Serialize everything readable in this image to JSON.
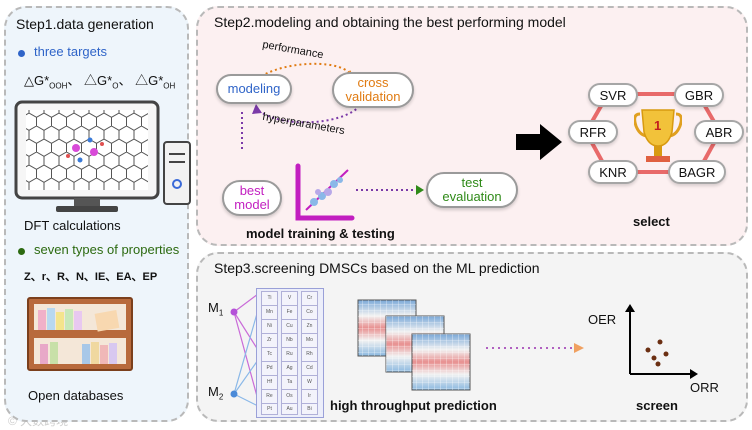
{
  "step1": {
    "title": "Step1.data generation",
    "targets_label": "three targets",
    "targets_formula": {
      "g1_base": "△G*",
      "g1_sub": "OOH",
      "g2_base": "△G*",
      "g2_sub": "O",
      "g3_base": "△G*",
      "g3_sub": "OH",
      "sep": "、"
    },
    "dft_label": "DFT calculations",
    "properties_label": "seven types of properties",
    "properties_list": "Z、r、R、N、IE、EA、EP",
    "databases_label": "Open databases"
  },
  "step2": {
    "title": "Step2.modeling and obtaining the best performing model",
    "modeling": "modeling",
    "cross_validation_line1": "cross",
    "cross_validation_line2": "validation",
    "performance": "performance",
    "hyperparameters": "hyperparameters",
    "best_model_line1": "best",
    "best_model_line2": "model",
    "test_line1": "test",
    "test_line2": "evaluation",
    "training_label": "model training & testing",
    "models": [
      "SVR",
      "GBR",
      "RFR",
      "ABR",
      "KNR",
      "BAGR"
    ],
    "trophy_number": "1",
    "select_label": "select"
  },
  "step3": {
    "title": "Step3.screening DMSCs based on the ML prediction",
    "m1_base": "M",
    "m1_sub": "1",
    "m2_base": "M",
    "m2_sub": "2",
    "periodic_cells": [
      "Ti",
      "V",
      "Cr",
      "Mn",
      "Fe",
      "Co",
      "Ni",
      "Cu",
      "Zn",
      "Zr",
      "Nb",
      "Mo",
      "Tc",
      "Ru",
      "Rh",
      "Pd",
      "Ag",
      "Cd",
      "Hf",
      "Ta",
      "W",
      "Re",
      "Os",
      "Ir",
      "Pt",
      "Au",
      "Bi"
    ],
    "htp_label": "high throughput prediction",
    "oer_label": "OER",
    "orr_label": "ORR",
    "screen_label": "screen"
  },
  "watermark": "© 大数跨境",
  "colors": {
    "target_blue": "#2f64c8",
    "property_green": "#2c6a10",
    "best_model_magenta": "#c21ec0",
    "test_green": "#2f8a18",
    "cross_orange": "#e07b12",
    "hex_red": "#e86a6a",
    "scatter_brown": "#6b2f12"
  }
}
